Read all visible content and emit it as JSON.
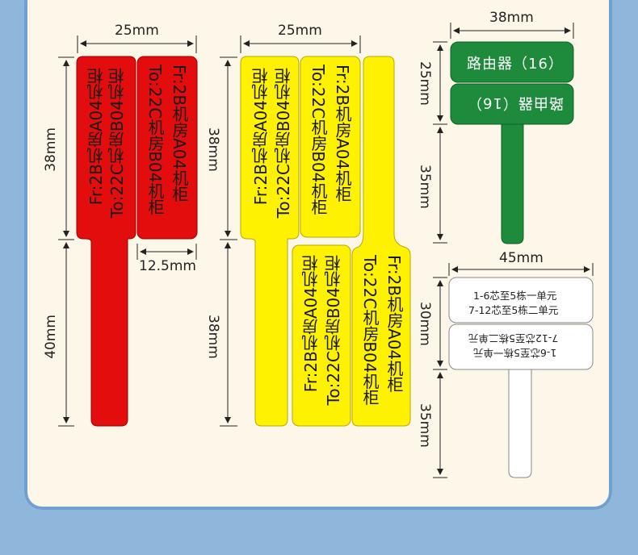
{
  "dims": {
    "red_width": "25mm",
    "red_top": "38mm",
    "red_tail": "40mm",
    "red_half": "12.5mm",
    "yellow_width": "25mm",
    "yellow_top": "38mm",
    "yellow_tail": "38mm",
    "green_width": "38mm",
    "green_head": "25mm",
    "green_tail": "35mm",
    "white_width": "45mm",
    "white_head": "30mm",
    "white_tail": "35mm"
  },
  "labels": {
    "to_line": "To:22C机房B04机柜",
    "fr_line": "Fr:2B机房A04机柜",
    "router": "路由器（16）",
    "white_line1": "1-6芯至5栋一单元",
    "white_line2": "7-12芯至5栋二单元"
  },
  "colors": {
    "red": "#e30d0d",
    "yellow": "#fff200",
    "green": "#1e8b3c",
    "white": "#ffffff",
    "background": "#8fb6db",
    "panel": "#fdf7ea"
  }
}
